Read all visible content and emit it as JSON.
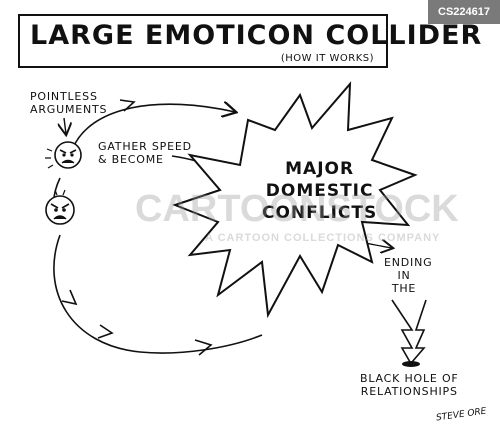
{
  "header": {
    "title_parts": [
      {
        "cap": "L",
        "rest": "ARGE "
      },
      {
        "cap": "E",
        "rest": "MOTICON "
      },
      {
        "cap": "C",
        "rest": "OLLIDER"
      }
    ],
    "subtitle": "(HOW IT WORKS)"
  },
  "badge": {
    "id": "CS224617"
  },
  "labels": {
    "pointless_1": "POINTLESS",
    "pointless_2": "ARGUMENTS",
    "gather_1": "GATHER SPEED",
    "gather_2": "& BECOME",
    "ending_1": "ENDING",
    "ending_2": "IN",
    "ending_3": "THE",
    "blackhole_1": "BLACK HOLE OF",
    "blackhole_2": "RELATIONSHIPS"
  },
  "burst": {
    "line1": "MAJOR",
    "line2": "DOMESTIC",
    "line3": "CONFLICTS"
  },
  "watermark": {
    "main": "CARTOONSTOCK",
    "sub": "A CARTOON COLLECTIONS COMPANY"
  },
  "signature": "STEVE ORE",
  "colors": {
    "ink": "#111111",
    "badge_bg": "#7a7a7a",
    "paper": "#ffffff"
  }
}
